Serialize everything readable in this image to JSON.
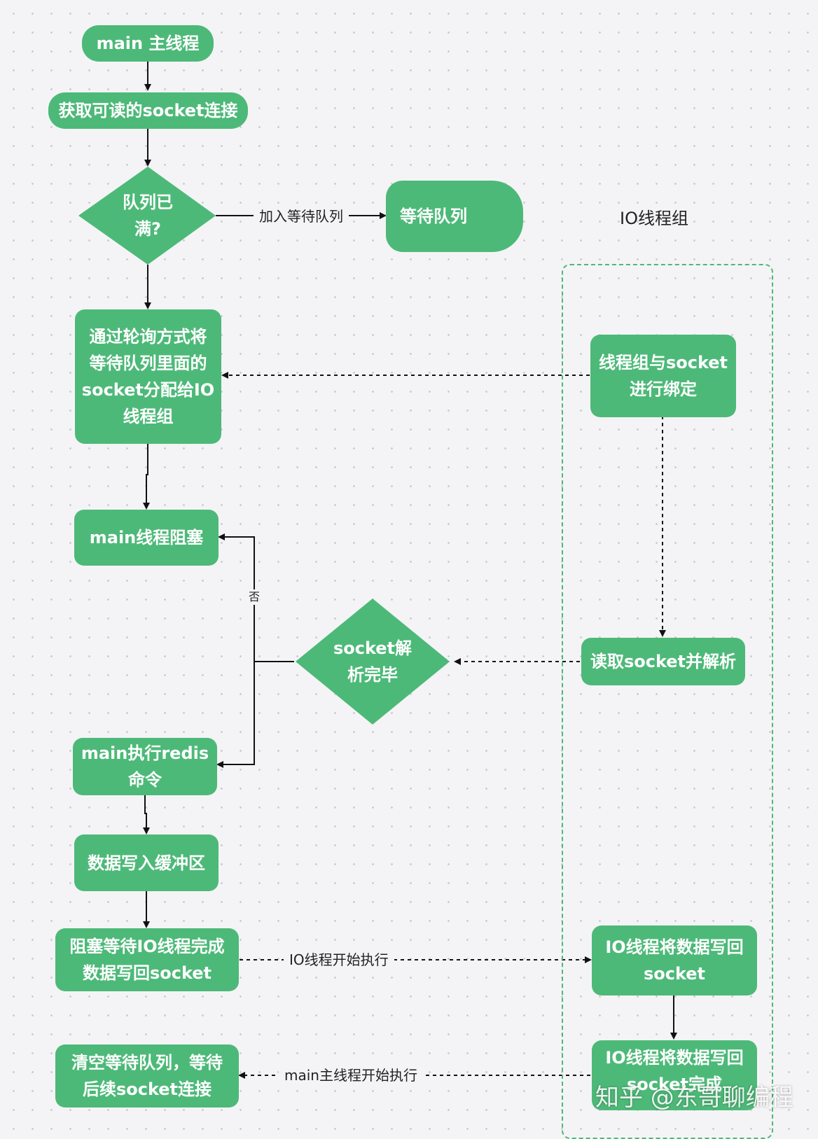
{
  "group": {
    "title": "IO线程组"
  },
  "nodes": {
    "main_thread": "main 主线程",
    "get_socket": "获取可读的socket连接",
    "queue_full": "队列已\n满?",
    "wait_queue": "等待队列",
    "assign": "通过轮询方式将\n等待队列里面的\nsocket分配给IO\n线程组",
    "main_block": "main线程阻塞",
    "parse_done": "socket解\n析完毕",
    "exec_cmd": "main执行redis\n命令",
    "write_buffer": "数据写入缓冲区",
    "wait_io_write": "阻塞等待IO线程完成\n数据写回socket",
    "clear_queue": "清空等待队列，等待\n后续socket连接",
    "bind": "线程组与socket\n进行绑定",
    "read_parse": "读取socket并解析",
    "io_write": "IO线程将数据写回\nsocket",
    "io_write_done": "IO线程将数据写回\nsocket完成"
  },
  "edges": {
    "join_queue": "加入等待队列",
    "no": "否",
    "io_start": "IO线程开始执行",
    "main_start": "main主线程开始执行"
  },
  "watermark": "知乎 @东哥聊编程",
  "colors": {
    "node_fill": "#4db978",
    "edge": "#111111",
    "group_border": "#4db978",
    "background": "#f4f4f6"
  }
}
